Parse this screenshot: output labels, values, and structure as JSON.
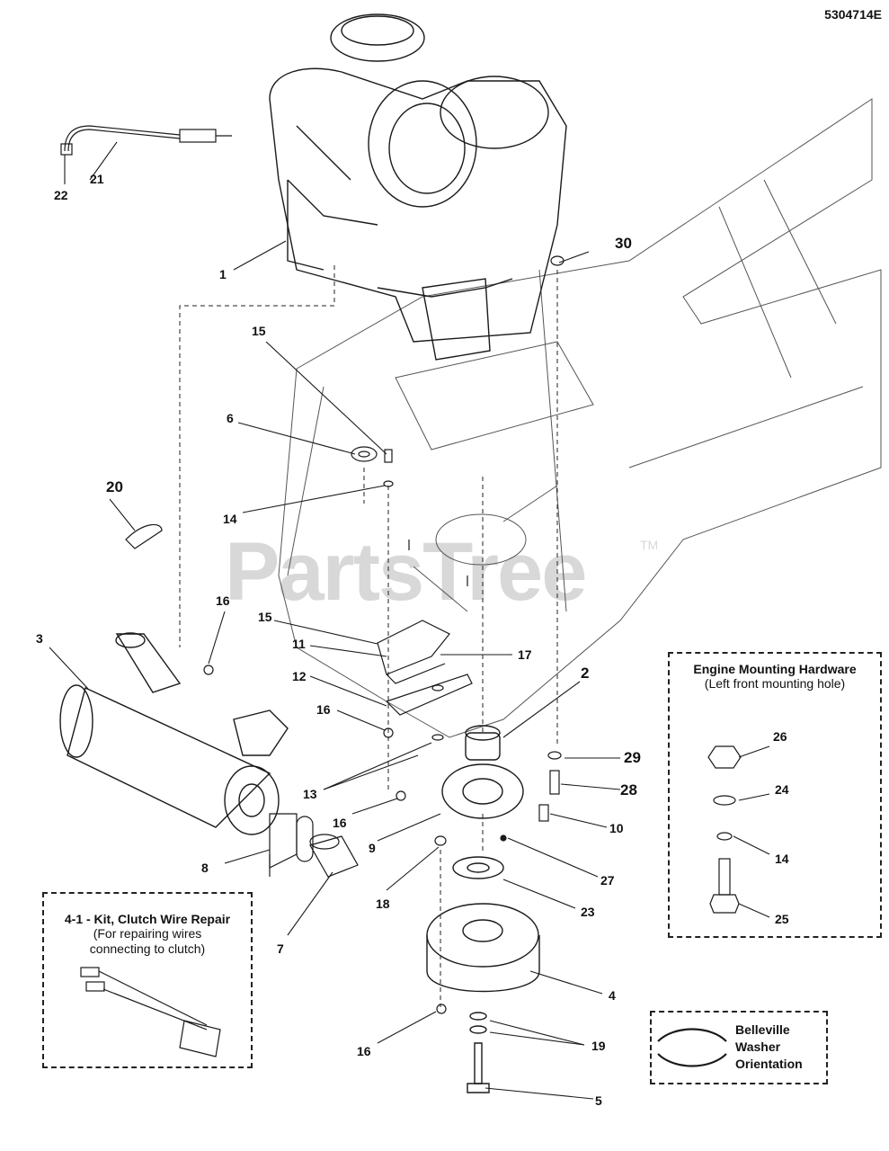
{
  "part_number": "5304714E",
  "watermark": "PartsTree",
  "watermark_tm": "TM",
  "callouts": [
    "1",
    "2",
    "3",
    "4",
    "5",
    "6",
    "7",
    "8",
    "9",
    "10",
    "11",
    "12",
    "13",
    "14",
    "14",
    "15",
    "15",
    "16",
    "16",
    "16",
    "16",
    "17",
    "18",
    "19",
    "20",
    "21",
    "22",
    "23",
    "24",
    "25",
    "26",
    "27",
    "28",
    "29",
    "30"
  ],
  "engine_hw_box": {
    "title": "Engine Mounting Hardware",
    "subtitle": "(Left front mounting hole)",
    "items": [
      "26",
      "24",
      "14",
      "25"
    ]
  },
  "kit_box": {
    "title": "4-1 - Kit, Clutch Wire Repair",
    "line1": "(For repairing wires",
    "line2": "connecting to clutch)"
  },
  "belleville_box": {
    "line1": "Belleville",
    "line2": "Washer",
    "line3": "Orientation"
  }
}
